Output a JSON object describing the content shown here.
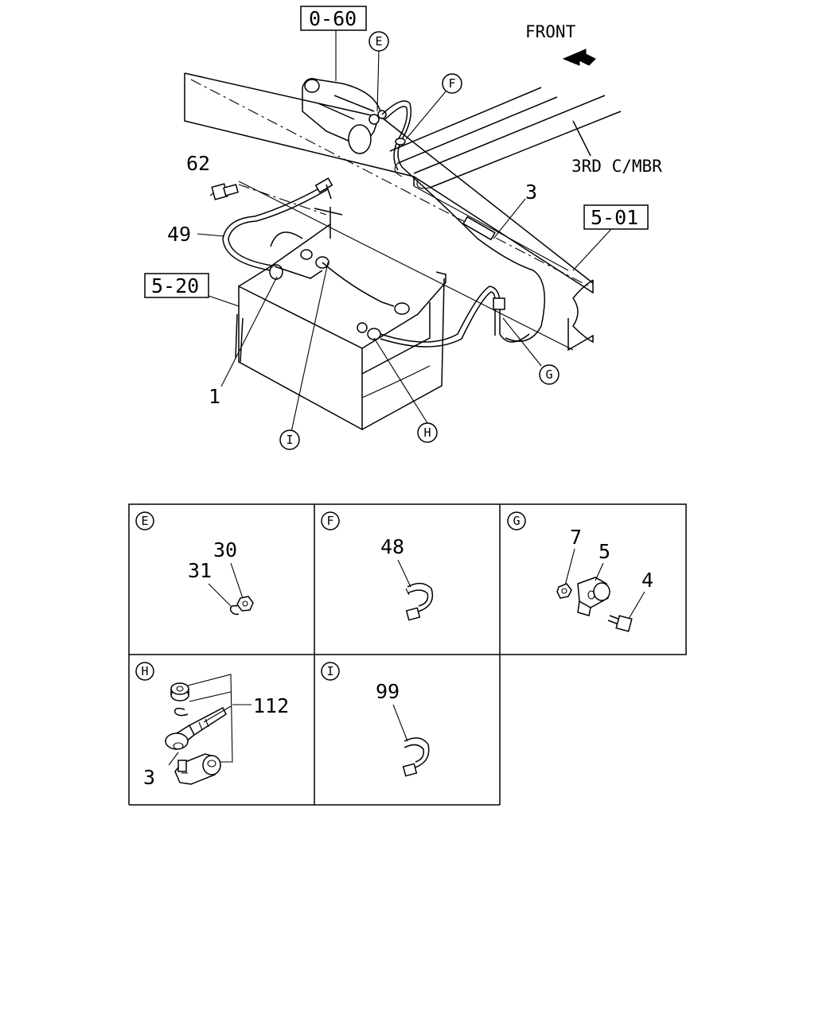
{
  "refs": {
    "ref_060": "0-60",
    "ref_501": "5-01",
    "ref_520": "5-20"
  },
  "labels": {
    "front": "FRONT",
    "third_cross_member": "3RD C/MBR",
    "n62": "62",
    "n49": "49",
    "n3": "3",
    "n1": "1"
  },
  "callouts": {
    "E": "E",
    "F": "F",
    "G": "G",
    "H": "H",
    "I": "I"
  },
  "details": {
    "E": {
      "letter": "E",
      "parts": [
        "30",
        "31"
      ]
    },
    "F": {
      "letter": "F",
      "parts": [
        "48"
      ]
    },
    "G": {
      "letter": "G",
      "parts": [
        "7",
        "5",
        "4"
      ]
    },
    "H": {
      "letter": "H",
      "parts": [
        "112",
        "3"
      ]
    },
    "I": {
      "letter": "I",
      "parts": [
        "99"
      ]
    }
  },
  "colors": {
    "ink": "#000000",
    "paper": "#ffffff"
  }
}
